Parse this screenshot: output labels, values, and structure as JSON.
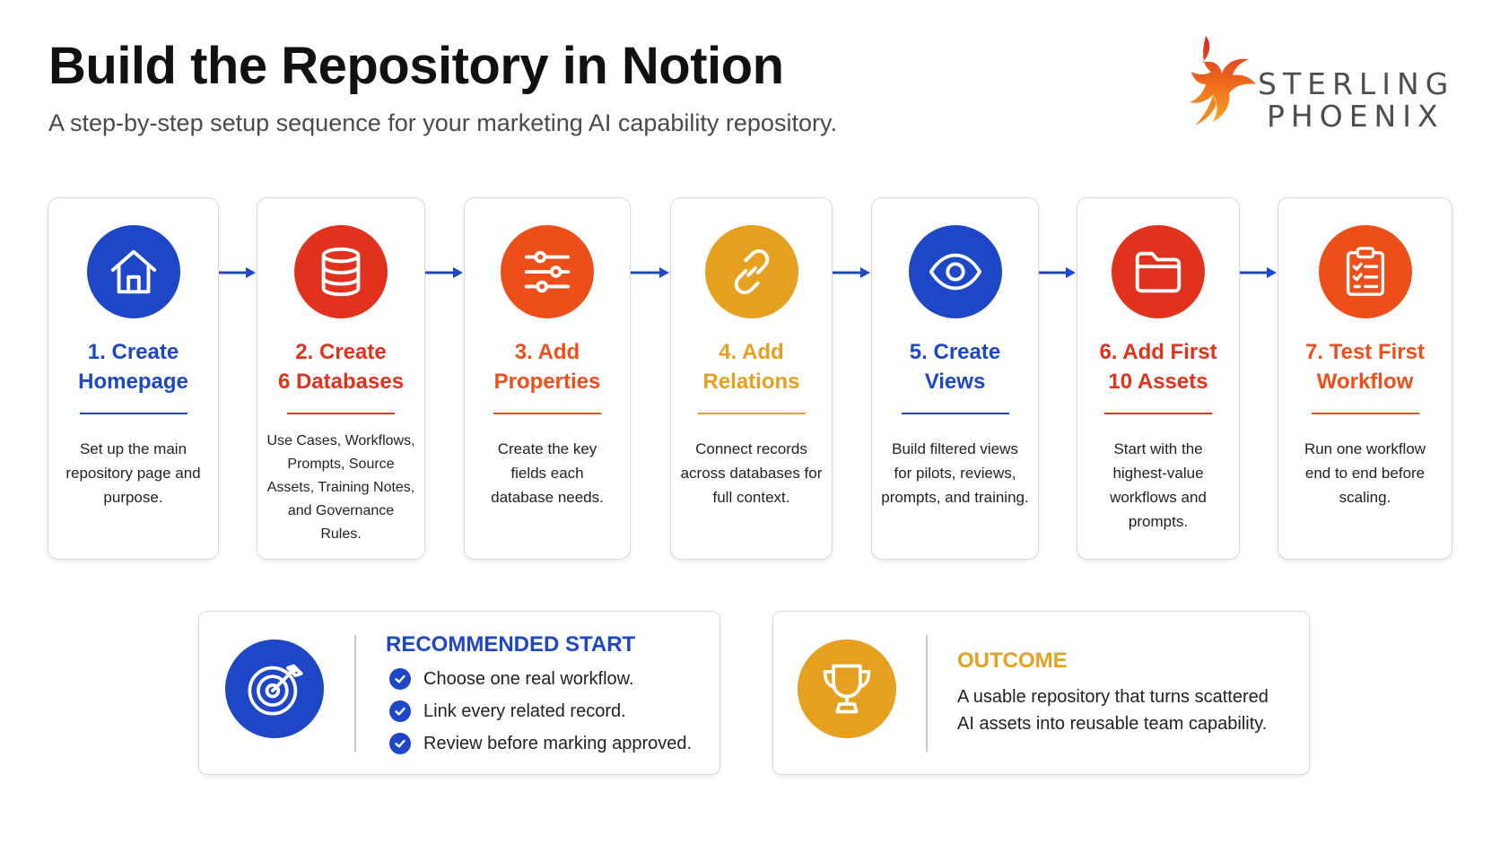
{
  "header": {
    "title": "Build the Repository in Notion",
    "subtitle": "A step-by-step setup sequence for your marketing AI capability repository."
  },
  "logo": {
    "line1": "STERLING",
    "line2": "PHOENIX"
  },
  "steps": [
    {
      "line1": "1. Create",
      "line2": "Homepage",
      "desc": "Set up the main repository page and purpose.",
      "icon": "home-icon",
      "color": "#1d47c6"
    },
    {
      "line1": "2. Create",
      "line2": "6 Databases",
      "desc": "Use Cases, Workflows, Prompts, Source Assets, Training Notes, and Governance Rules.",
      "icon": "database-icon",
      "color": "#e0321c"
    },
    {
      "line1": "3. Add",
      "line2": "Properties",
      "desc": "Create the key fields each database needs.",
      "icon": "sliders-icon",
      "color": "#ee4e1a"
    },
    {
      "line1": "4. Add",
      "line2": "Relations",
      "desc": "Connect records across databases for full context.",
      "icon": "link-icon",
      "color": "#e5a020"
    },
    {
      "line1": "5. Create",
      "line2": "Views",
      "desc": "Build filtered views for pilots, reviews, prompts, and training.",
      "icon": "eye-icon",
      "color": "#1d47c6"
    },
    {
      "line1": "6. Add First",
      "line2": "10 Assets",
      "desc": "Start with the highest-value workflows and prompts.",
      "icon": "folder-icon",
      "color": "#e0321c"
    },
    {
      "line1": "7. Test First",
      "line2": "Workflow",
      "desc": "Run one workflow end to end before scaling.",
      "icon": "clipboard-checklist-icon",
      "color": "#ee4e1a"
    }
  ],
  "recommended": {
    "heading": "RECOMMENDED START",
    "color": "#1d47c6",
    "items": [
      "Choose one real workflow.",
      "Link every related record.",
      "Review before marking approved."
    ],
    "icon": "target-icon"
  },
  "outcome": {
    "heading": "OUTCOME",
    "color": "#e5a020",
    "text_line1": "A usable repository that turns scattered",
    "text_line2": "AI assets into reusable team capability.",
    "icon": "trophy-icon"
  },
  "colors": {
    "blue": "#1d47c6",
    "red": "#e0321c",
    "orange": "#ee4e1a",
    "gold": "#e5a020"
  }
}
